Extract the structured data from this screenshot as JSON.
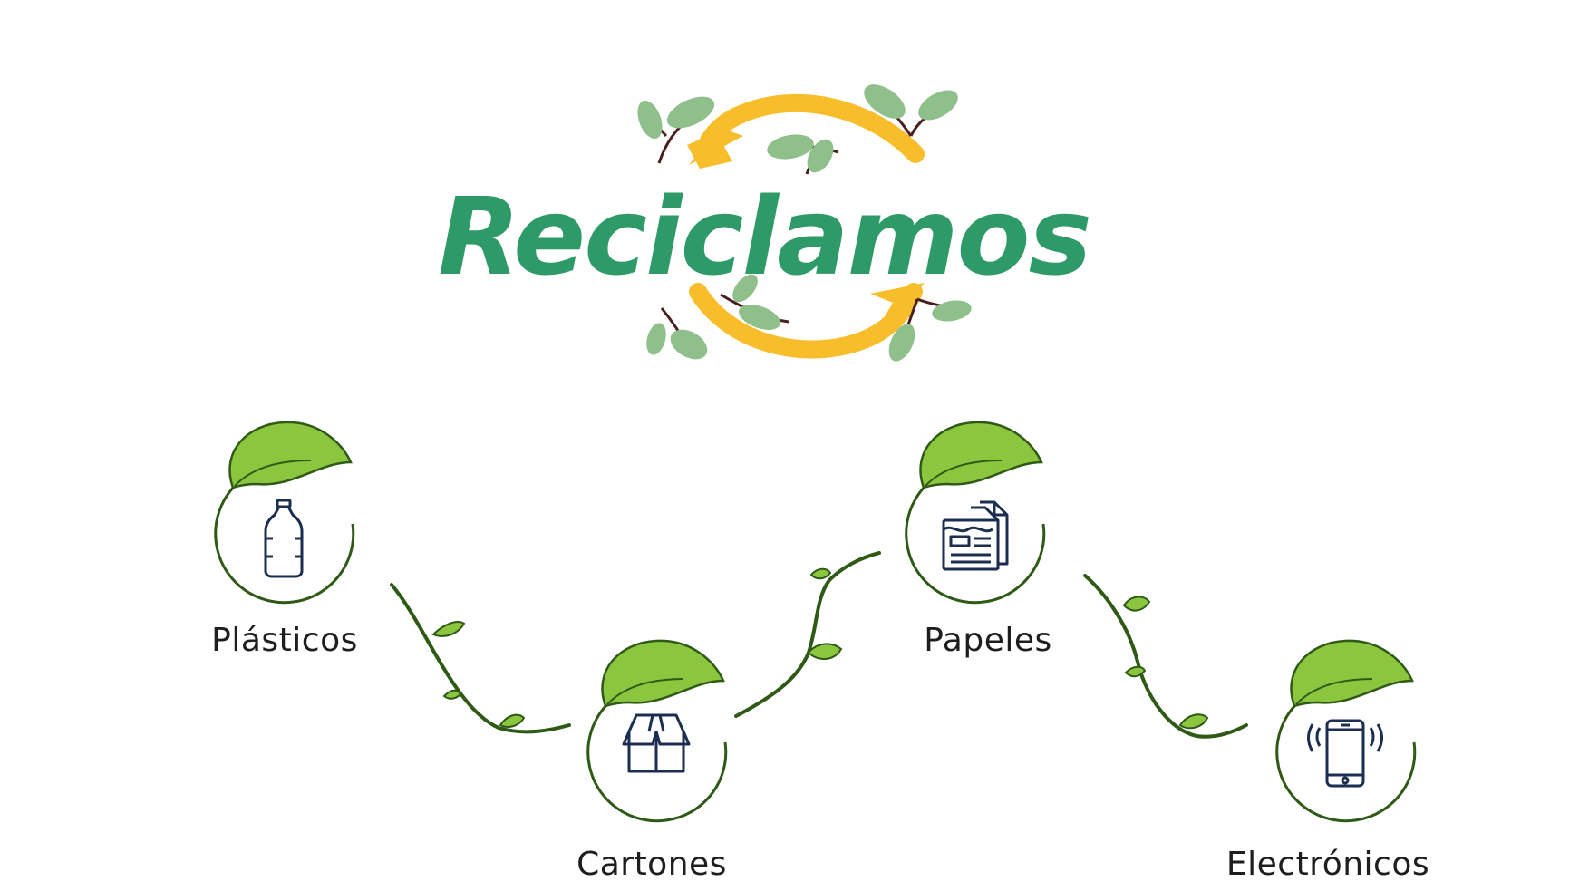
{
  "logo": {
    "title": "Reciclamos"
  },
  "categories": [
    {
      "id": "plasticos",
      "label": "Plásticos",
      "icon": "bottle-icon"
    },
    {
      "id": "cartones",
      "label": "Cartones",
      "icon": "box-icon"
    },
    {
      "id": "papeles",
      "label": "Papeles",
      "icon": "documents-icon"
    },
    {
      "id": "electronicos",
      "label": "Electrónicos",
      "icon": "smartphone-icon"
    }
  ],
  "colors": {
    "logo_green": "#2e9a68",
    "arrow_yellow": "#f7bd2b",
    "leaf_light": "#8cc63f",
    "vine_dark": "#2f5a16",
    "icon_navy": "#1b2e4f",
    "sprig_leaf": "#8fbf8a",
    "twig": "#4a1f1f"
  }
}
